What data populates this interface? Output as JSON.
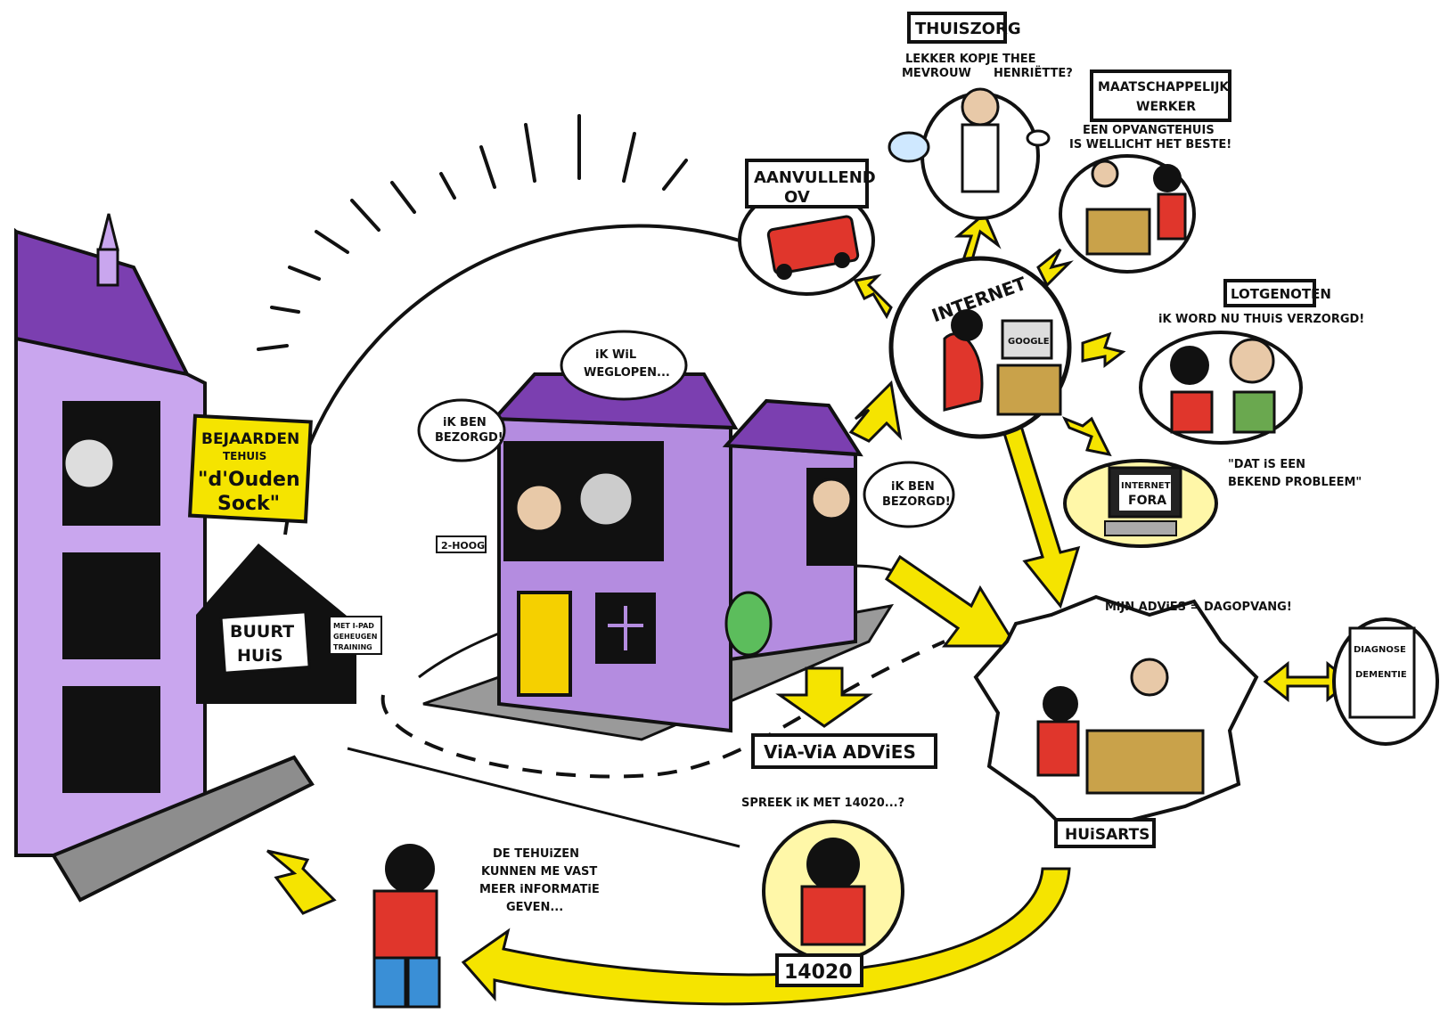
{
  "colors": {
    "purple": "#a37fd1",
    "purple_dark": "#6a3fa0",
    "purple_roof": "#7b3fb0",
    "yellow": "#f5e400",
    "red": "#e0362c",
    "ink": "#111111",
    "grey": "#8d8d8d"
  },
  "labels": {
    "thuiszorg": "THUISZORG",
    "maatschappelijk_werker_1": "MAATSCHAPPELIJK",
    "maatschappelijk_werker_2": "WERKER",
    "aanvullend_ov_1": "AANVULLEND",
    "aanvullend_ov_2": "OV",
    "lotgenoten": "LOTGENOTEN",
    "internet": "INTERNET",
    "google": "GOOGLE",
    "internet_fora_1": "INTERNET",
    "internet_fora_2": "FORA",
    "via_via": "ViA-ViA ADViES",
    "huisarts": "HUiSARTS",
    "phone_14020": "14020",
    "bejaarden_1": "BEJAARDEN",
    "bejaarden_2": "TEHUIS",
    "bejaarden_3": "\"d'Ouden",
    "bejaarden_4": "Sock\"",
    "buurthuis_1": "BUURT",
    "buurthuis_2": "HUiS",
    "ipad_1": "MET I-PAD",
    "ipad_2": "GEHEUGEN",
    "ipad_3": "TRAINING",
    "two_hoog": "2-HOOG",
    "diagnose_1": "DIAGNOSE",
    "diagnose_2": "DEMENTIE"
  },
  "speech": {
    "thuiszorg_1": "LEKKER KOPJE THEE",
    "thuiszorg_2a": "MEVROUW",
    "thuiszorg_2b": "HENRIËTTE?",
    "werker_1": "EEN OPVANGTEHUIS",
    "werker_2": "IS WELLICHT HET BESTE!",
    "lotgenoten": "iK WORD NU THUiS VERZORGD!",
    "fora_1": "\"DAT iS EEN",
    "fora_2": "BEKEND PROBLEEM\"",
    "huisarts": "MiJN ADViES = DAGOPVANG!",
    "phone": "SPREEK iK MET 14020...?",
    "walker_1": "DE TEHUiZEN",
    "walker_2": "KUNNEN ME VAST",
    "walker_3": "MEER iNFORMATiE",
    "walker_4": "GEVEN...",
    "wil_weglopen_1": "iK WiL",
    "wil_weglopen_2": "WEGLOPEN...",
    "bezorgd_left_1": "iK BEN",
    "bezorgd_left_2": "BEZORGD!",
    "bezorgd_right_1": "iK BEN",
    "bezorgd_right_2": "BEZORGD!"
  }
}
